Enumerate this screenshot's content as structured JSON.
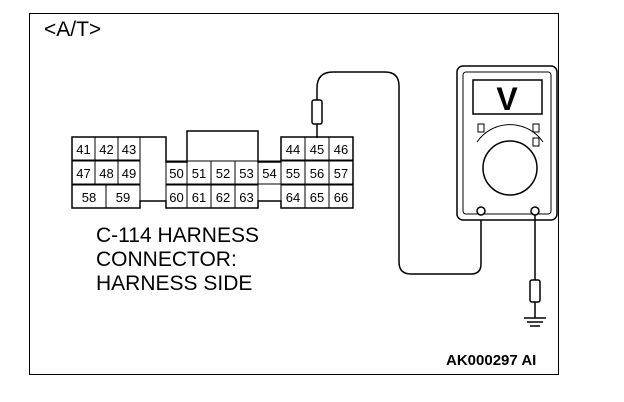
{
  "title": "<A/T>",
  "caption": [
    "C-114 HARNESS",
    "CONNECTOR:",
    "HARNESS SIDE"
  ],
  "figure_code": "AK000297 AI",
  "connector": {
    "rows": [
      [
        "41",
        "42",
        "43",
        "44",
        "45",
        "46"
      ],
      [
        "47",
        "48",
        "49",
        "50",
        "51",
        "52",
        "53",
        "54",
        "55",
        "56",
        "57"
      ],
      [
        "58",
        "59",
        "60",
        "61",
        "62",
        "63",
        "64",
        "65",
        "66"
      ]
    ],
    "probed_pin": "45"
  },
  "meter": {
    "display_symbol": "V",
    "lead_color": "#000000"
  }
}
